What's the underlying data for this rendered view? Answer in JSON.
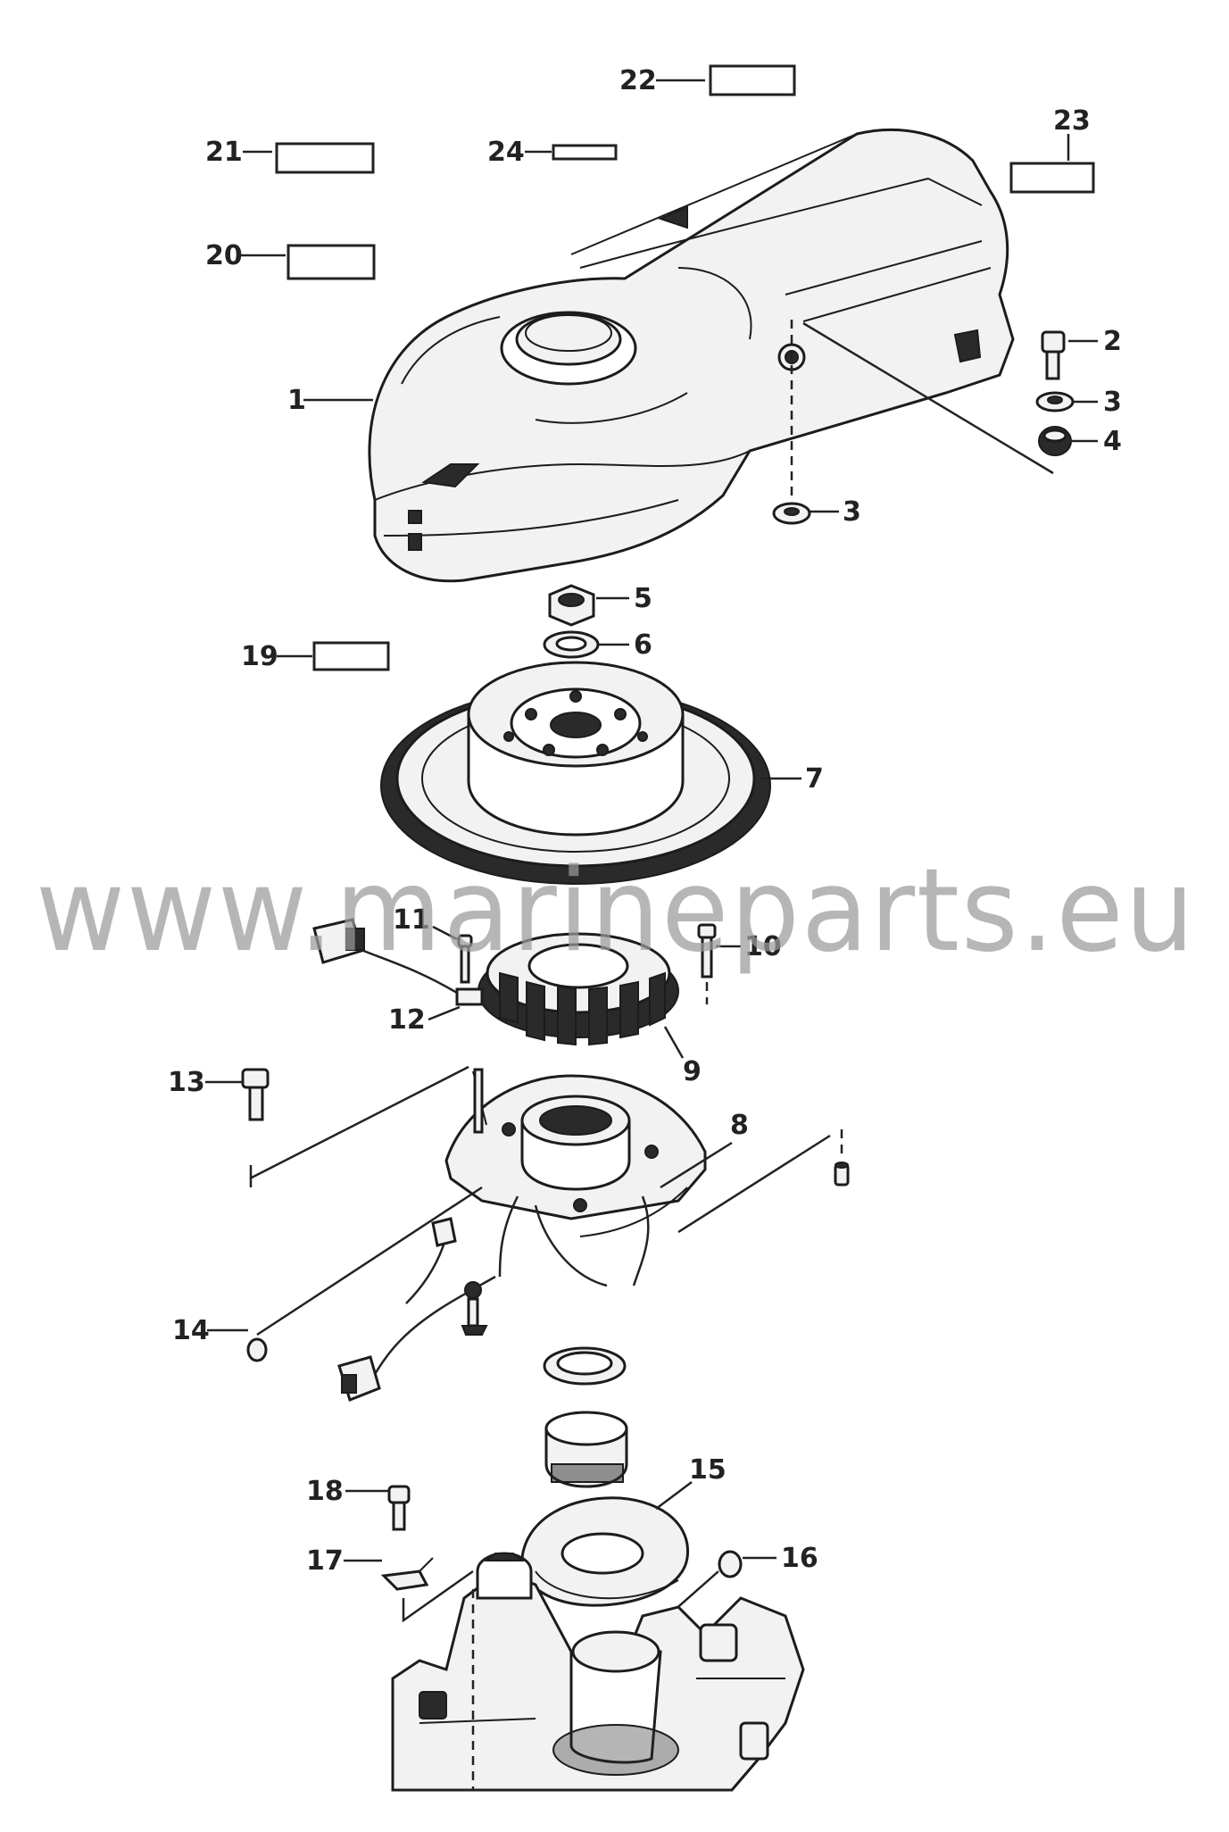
{
  "watermark": "www.marineparts.eu",
  "callouts": [
    {
      "id": "1",
      "label": "1"
    },
    {
      "id": "2",
      "label": "2"
    },
    {
      "id": "3a",
      "label": "3"
    },
    {
      "id": "3b",
      "label": "3"
    },
    {
      "id": "4",
      "label": "4"
    },
    {
      "id": "5",
      "label": "5"
    },
    {
      "id": "6",
      "label": "6"
    },
    {
      "id": "7",
      "label": "7"
    },
    {
      "id": "8",
      "label": "8"
    },
    {
      "id": "9",
      "label": "9"
    },
    {
      "id": "10",
      "label": "10"
    },
    {
      "id": "11",
      "label": "11"
    },
    {
      "id": "12",
      "label": "12"
    },
    {
      "id": "13",
      "label": "13"
    },
    {
      "id": "14",
      "label": "14"
    },
    {
      "id": "15",
      "label": "15"
    },
    {
      "id": "16",
      "label": "16"
    },
    {
      "id": "17",
      "label": "17"
    },
    {
      "id": "18",
      "label": "18"
    },
    {
      "id": "19",
      "label": "19"
    },
    {
      "id": "20",
      "label": "20"
    },
    {
      "id": "21",
      "label": "21"
    },
    {
      "id": "22",
      "label": "22"
    },
    {
      "id": "23",
      "label": "23"
    },
    {
      "id": "24",
      "label": "24"
    }
  ]
}
